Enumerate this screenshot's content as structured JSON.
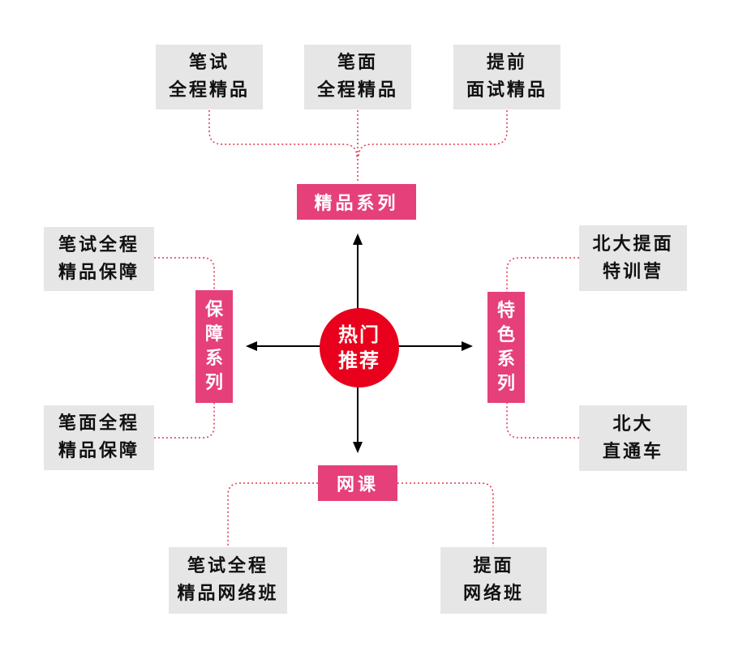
{
  "hub": {
    "line1": "热门",
    "line2": "推荐"
  },
  "categories": {
    "top": {
      "label": "精品系列"
    },
    "left": {
      "chars": [
        "保",
        "障",
        "系",
        "列"
      ]
    },
    "right": {
      "chars": [
        "特",
        "色",
        "系",
        "列"
      ]
    },
    "bottom": {
      "label": "网课"
    }
  },
  "products": {
    "top_1": {
      "line1": "笔试",
      "line2": "全程精品"
    },
    "top_2": {
      "line1": "笔面",
      "line2": "全程精品"
    },
    "top_3": {
      "line1": "提前",
      "line2": "面试精品"
    },
    "left_1": {
      "line1": "笔试全程",
      "line2": "精品保障"
    },
    "left_2": {
      "line1": "笔面全程",
      "line2": "精品保障"
    },
    "right_1": {
      "line1": "北大提面",
      "line2": "特训营"
    },
    "right_2": {
      "line1": "北大",
      "line2": "直通车"
    },
    "bottom_1": {
      "line1": "笔试全程",
      "line2": "精品网络班"
    },
    "bottom_2": {
      "line1": "提面",
      "line2": "网络班"
    }
  },
  "colors": {
    "hub": "#e8001c",
    "tag": "#e5407a",
    "box": "#e6e6e6",
    "connector": "#e6334d",
    "arrow": "#000000"
  }
}
